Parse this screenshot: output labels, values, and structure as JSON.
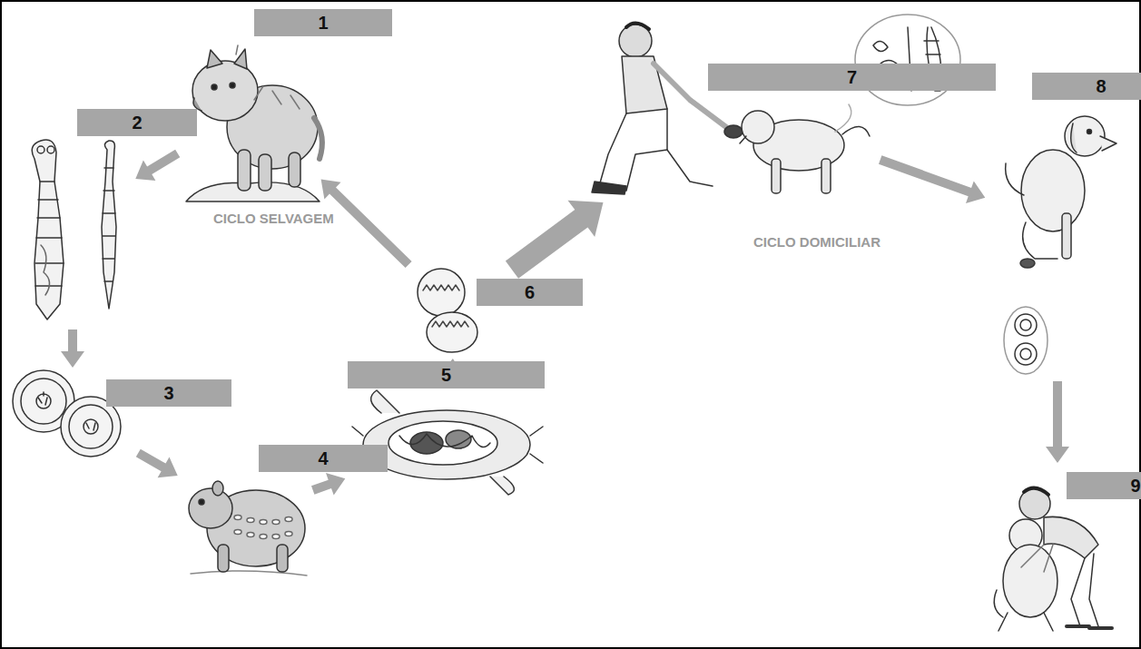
{
  "diagram": {
    "nodes": [
      {
        "text": [
          "1"
        ]
      },
      {
        "text": [
          "2"
        ]
      },
      {
        "text": [
          "3"
        ]
      },
      {
        "text": [
          "4"
        ]
      },
      {
        "text": [
          "5"
        ]
      },
      {
        "text": [
          "6"
        ]
      },
      {
        "text": [
          "7"
        ]
      },
      {
        "text": [
          "8"
        ]
      },
      {
        "text": [
          "9"
        ]
      }
    ],
    "edges": [
      {
        "from": 0,
        "to": 1,
        "arrow": "to"
      },
      {
        "from": 1,
        "to": 2,
        "arrow": "to"
      },
      {
        "from": 2,
        "to": 3,
        "arrow": "to"
      },
      {
        "from": 3,
        "to": 4,
        "arrow": "to"
      },
      {
        "from": 4,
        "to": 5,
        "arrow": "to"
      },
      {
        "from": 5,
        "to": 0,
        "arrow": "to"
      },
      {
        "from": 5,
        "to": 6,
        "arrow": "to"
      },
      {
        "from": 6,
        "to": 7,
        "arrow": "to"
      },
      {
        "from": 7,
        "to": 8,
        "arrow": "to"
      }
    ],
    "labels": [
      "CICLO SELVAGEM",
      "CICLO DOMICILIAR"
    ]
  }
}
